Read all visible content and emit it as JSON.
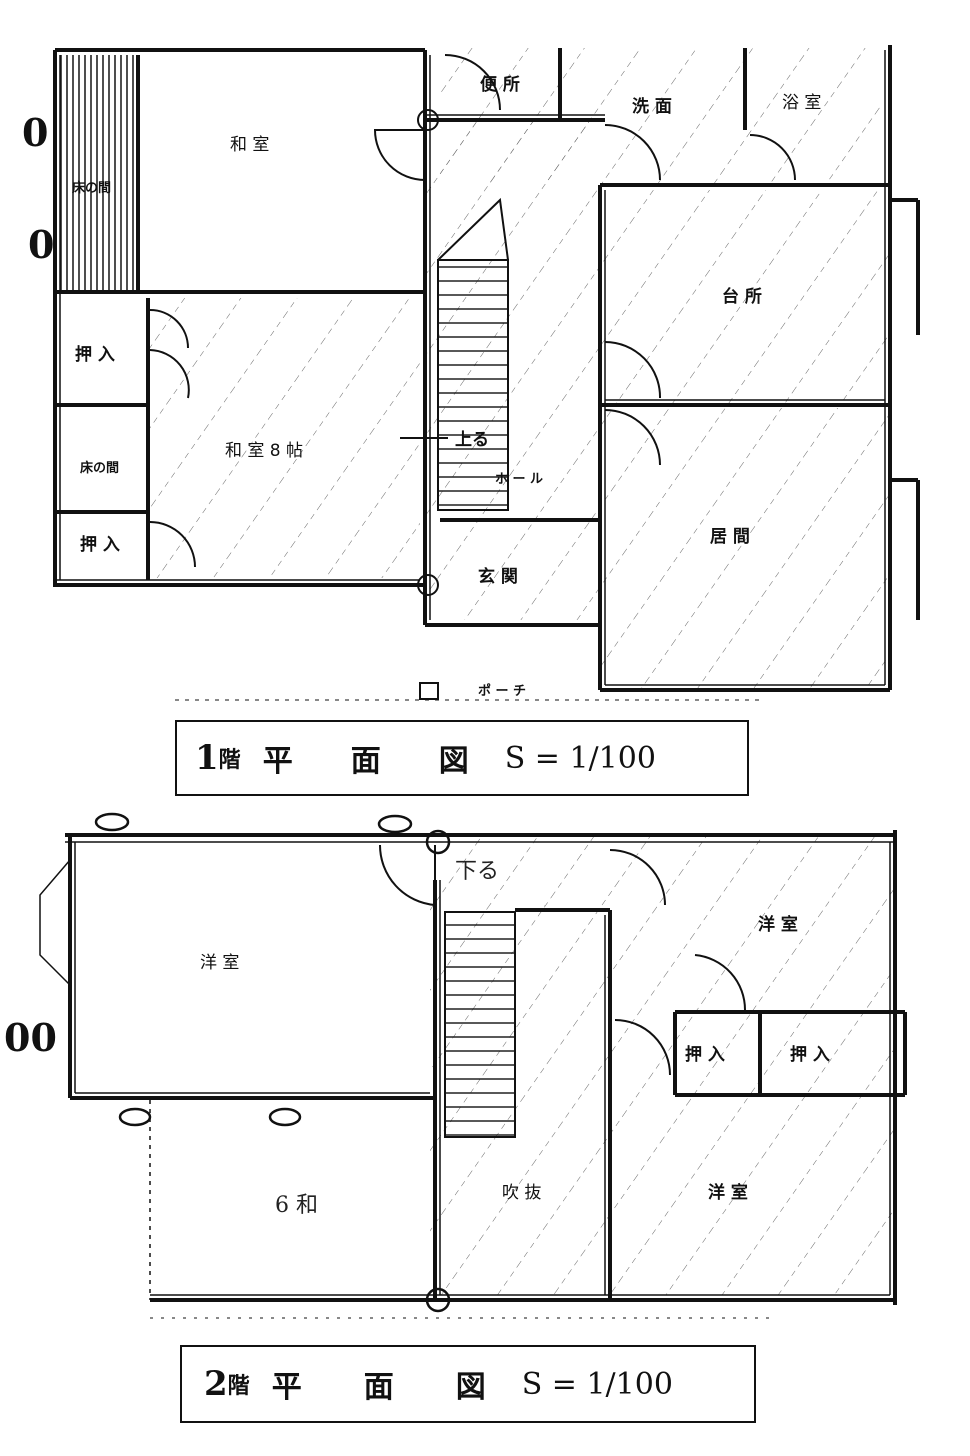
{
  "floor1": {
    "rooms": {
      "washitsu": "和 室",
      "toko_top": "床の間",
      "oshiire1": "押 入",
      "washitsu8": "和 室 8 帖",
      "toko_bottom": "床の間",
      "oshiire2": "押 入",
      "benjo": "便 所",
      "senmen": "洗 面",
      "yokushitsu": "浴 室",
      "daidokoro": "台 所",
      "hall": "ホ ー ル",
      "noboru": "上る",
      "genkan": "玄 関",
      "ima": "居 間",
      "porch": "ポ ー チ"
    },
    "title": {
      "floor": "1",
      "kai": "階",
      "heimenzu": [
        "平",
        "面",
        "図"
      ],
      "scale": "S = 1/100"
    },
    "margin_marks": [
      "0",
      "0"
    ]
  },
  "floor2": {
    "rooms": {
      "yoshitsu_left": "洋 室",
      "kudaru": "下る",
      "yoshitsu_right": "洋 室",
      "oshiire_a": "押 入",
      "oshiire_b": "押 入",
      "wa6": "6 和",
      "fukinuke": "吹 抜",
      "yoshitsu_bottom": "洋 室"
    },
    "title": {
      "floor": "2",
      "kai": "階",
      "heimenzu": [
        "平",
        "面",
        "図"
      ],
      "scale": "S = 1/100"
    },
    "margin_marks": [
      "00"
    ]
  },
  "colors": {
    "ink": "#111111",
    "hatch": "#555555",
    "paper": "#ffffff"
  }
}
